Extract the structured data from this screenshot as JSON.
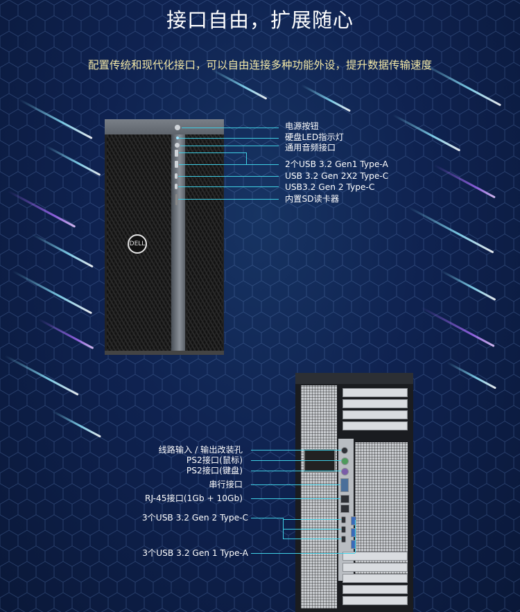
{
  "header": {
    "title": "接口自由，扩展随心",
    "subtitle": "配置传统和现代化接口，可以自由连接多种功能外设，提升数据传输速度"
  },
  "front_labels": [
    "电源按钮",
    "硬盘LED指示灯",
    "通用音频接口",
    "2个USB 3.2 Gen1 Type-A",
    "USB 3.2 Gen 2X2 Type-C",
    "USB3.2 Gen 2 Type-C",
    "内置SD读卡器"
  ],
  "rear_labels": [
    "线路输入 / 输出改装孔",
    "PS2接口(鼠标)",
    "PS2接口(键盘)",
    "串行接口",
    "RJ-45接口(1Gb + 10Gb)",
    "3个USB 3.2 Gen 2 Type-C",
    "3个USB 3.2 Gen 1 Type-A"
  ],
  "logo": "DELL",
  "colors": {
    "background": "#0f2250",
    "accent_line": "#3fd0e6",
    "subtitle": "#f2e7a6"
  }
}
